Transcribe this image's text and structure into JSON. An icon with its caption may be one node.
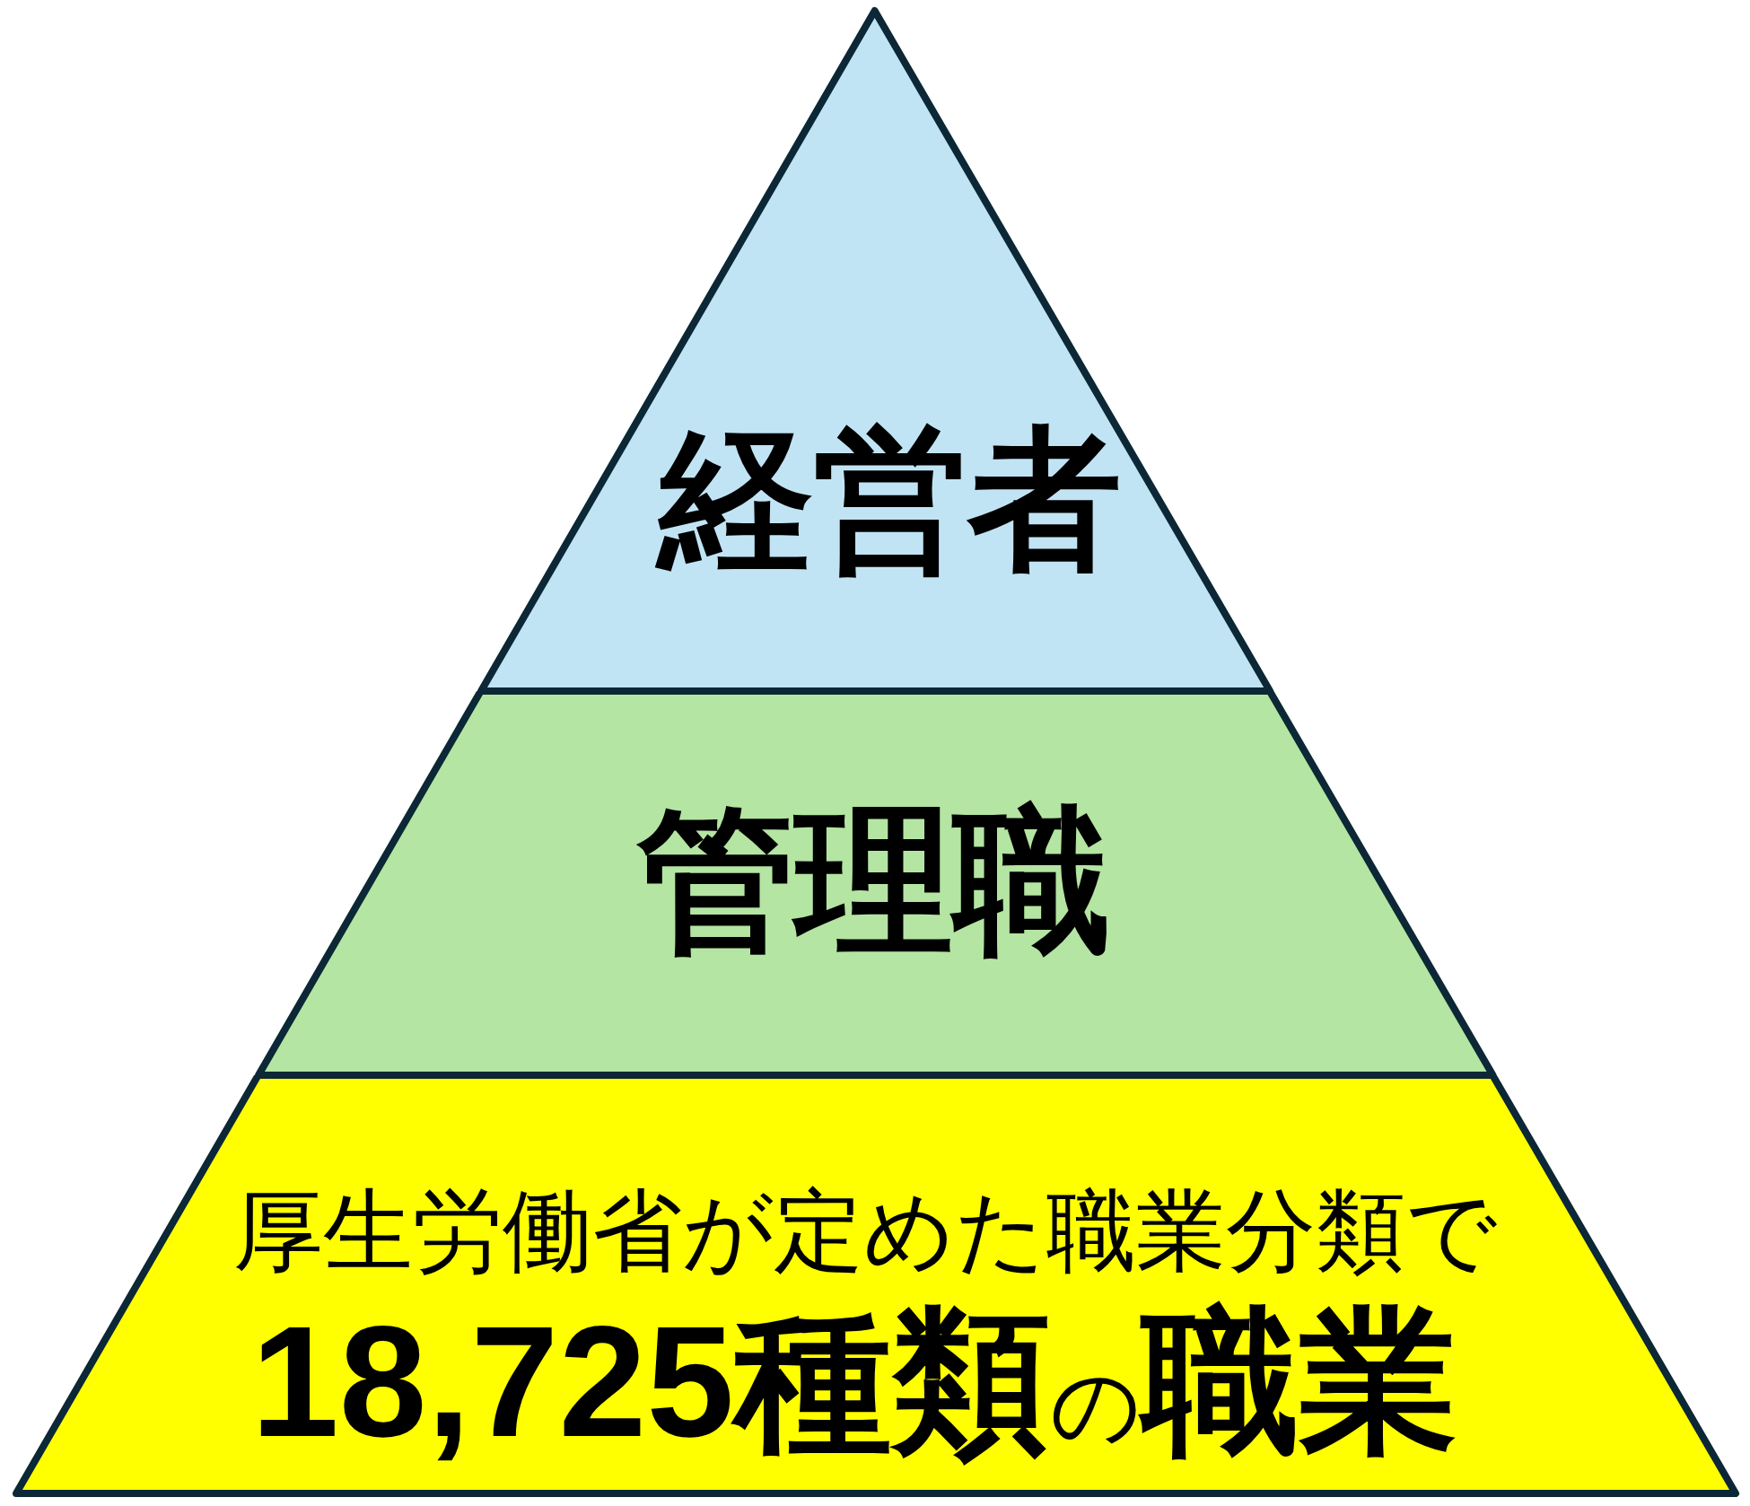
{
  "diagram": {
    "nodes": [
      {
        "text": [
          "経営者"
        ]
      },
      {
        "text": [
          "管理職"
        ]
      },
      {
        "text": [
          "厚生労働省が定めた職業分類で",
          "**18,725種類**の**職業**"
        ]
      }
    ]
  }
}
